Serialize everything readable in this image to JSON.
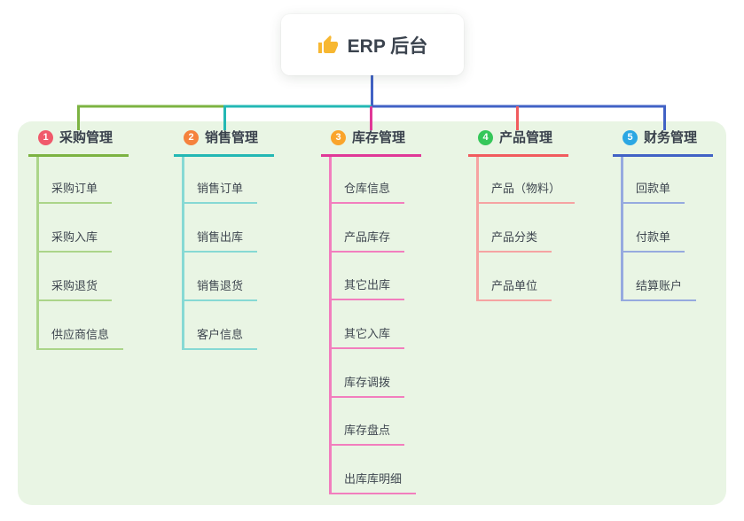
{
  "root": {
    "icon": "thumbs-up-icon",
    "label": "ERP 后台",
    "icon_color": "#f7b731"
  },
  "canvas": {
    "panel_color": "#e9f5e4",
    "root_connector_color": "#4162c5"
  },
  "branches": [
    {
      "num": "1",
      "label": "采购管理",
      "badge_color": "#f0596b",
      "line_color": "#7cb342",
      "child_line_color": "#abd589",
      "children": [
        "采购订单",
        "采购入库",
        "采购退货",
        "供应商信息"
      ]
    },
    {
      "num": "2",
      "label": "销售管理",
      "badge_color": "#f5823d",
      "line_color": "#23b8b4",
      "child_line_color": "#86d9d4",
      "children": [
        "销售订单",
        "销售出库",
        "销售退货",
        "客户信息"
      ]
    },
    {
      "num": "3",
      "label": "库存管理",
      "badge_color": "#faa42b",
      "line_color": "#e03897",
      "child_line_color": "#f27ebe",
      "children": [
        "仓库信息",
        "产品库存",
        "其它出库",
        "其它入库",
        "库存调拨",
        "库存盘点",
        "出库库明细"
      ]
    },
    {
      "num": "4",
      "label": "产品管理",
      "badge_color": "#35c759",
      "line_color": "#f15b5e",
      "child_line_color": "#f6a3a2",
      "children": [
        "产品（物料）",
        "产品分类",
        "产品单位"
      ]
    },
    {
      "num": "5",
      "label": "财务管理",
      "badge_color": "#2ba7e3",
      "line_color": "#4162c5",
      "child_line_color": "#96aadf",
      "children": [
        "回款单",
        "付款单",
        "结算账户"
      ]
    }
  ]
}
